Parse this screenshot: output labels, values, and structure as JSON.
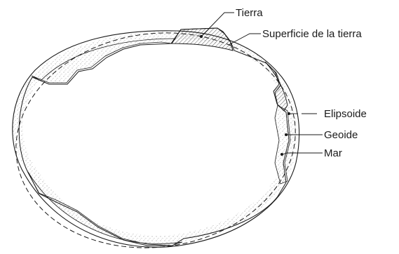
{
  "labels": {
    "tierra": "Tierra",
    "superficie": "Superficie de la tierra",
    "elipsoide": "Elipsoide",
    "geoide": "Geoide",
    "mar": "Mar"
  },
  "colors": {
    "ink": "#1a1a1a",
    "stipple": "#8c8c8c"
  }
}
